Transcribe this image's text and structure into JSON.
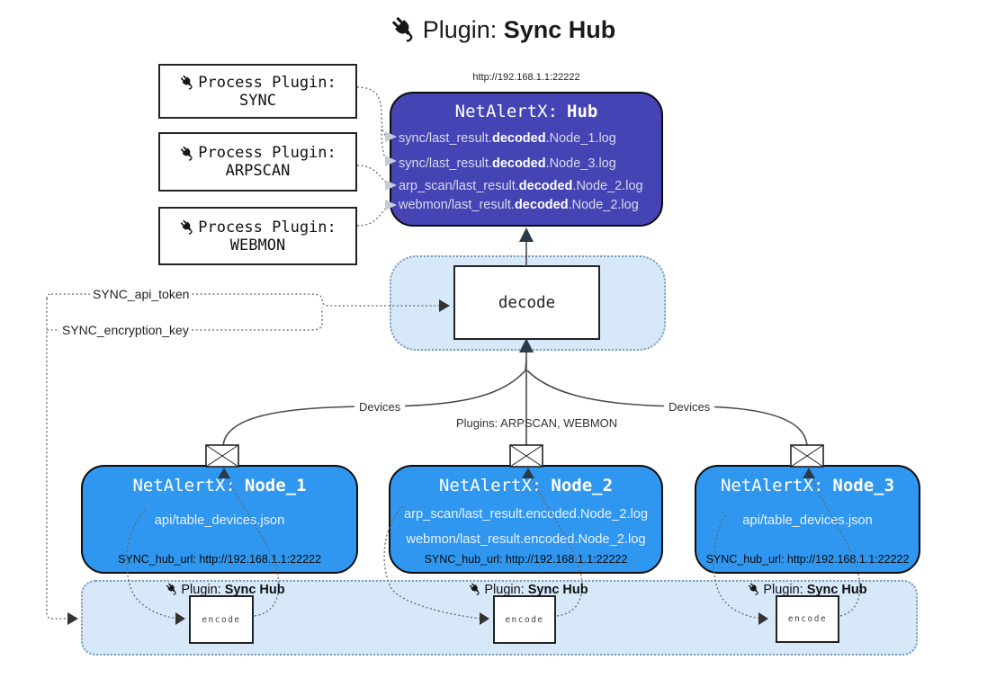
{
  "title": {
    "prefix": "Plugin:",
    "name": "Sync Hub"
  },
  "hub": {
    "url": "http://192.168.1.1:22222",
    "name_prefix": "NetAlertX:",
    "name": "Hub",
    "logs": [
      {
        "pre": "sync/last_result.",
        "bold": "decoded",
        "post": ".Node_1.log"
      },
      {
        "pre": "sync/last_result.",
        "bold": "decoded",
        "post": ".Node_3.log"
      },
      {
        "pre": "arp_scan/last_result.",
        "bold": "decoded",
        "post": ".Node_2.log"
      },
      {
        "pre": "webmon/last_result.",
        "bold": "decoded",
        "post": ".Node_2.log"
      }
    ]
  },
  "process_plugins": [
    {
      "label": "Process Plugin:",
      "name": "SYNC"
    },
    {
      "label": "Process Plugin:",
      "name": "ARPSCAN"
    },
    {
      "label": "Process Plugin:",
      "name": "WEBMON"
    }
  ],
  "decode": {
    "label": "decode"
  },
  "settings": {
    "api_token": "SYNC_api_token",
    "encryption_key": "SYNC_encryption_key"
  },
  "edge_labels": {
    "devices_left": "Devices",
    "plugins": "Plugins: ARPSCAN, WEBMON",
    "devices_right": "Devices"
  },
  "nodes": [
    {
      "name_prefix": "NetAlertX:",
      "name": "Node_1",
      "files": [
        "api/table_devices.json"
      ],
      "hub_url": "SYNC_hub_url: http://192.168.1.1:22222"
    },
    {
      "name_prefix": "NetAlertX:",
      "name": "Node_2",
      "files": [
        "arp_scan/last_result.encoded.Node_2.log",
        "webmon/last_result.encoded.Node_2.log"
      ],
      "hub_url": "SYNC_hub_url: http://192.168.1.1:22222"
    },
    {
      "name_prefix": "NetAlertX:",
      "name": "Node_3",
      "files": [
        "api/table_devices.json"
      ],
      "hub_url": "SYNC_hub_url: http://192.168.1.1:22222"
    }
  ],
  "encoders": [
    {
      "label_prefix": "Plugin:",
      "label_name": "Sync Hub",
      "box": "encode"
    },
    {
      "label_prefix": "Plugin:",
      "label_name": "Sync Hub",
      "box": "encode"
    },
    {
      "label_prefix": "Plugin:",
      "label_name": "Sync Hub",
      "box": "encode"
    }
  ],
  "colors": {
    "hub_bg": "#4444b4",
    "node_bg": "#2f97ef",
    "panel_bg": "#d7e9f9",
    "panel_border": "#7d9cba",
    "solid_line": "#4a4a4a",
    "dotted_line": "#666666",
    "arrowhead": "#2b3a4a"
  }
}
